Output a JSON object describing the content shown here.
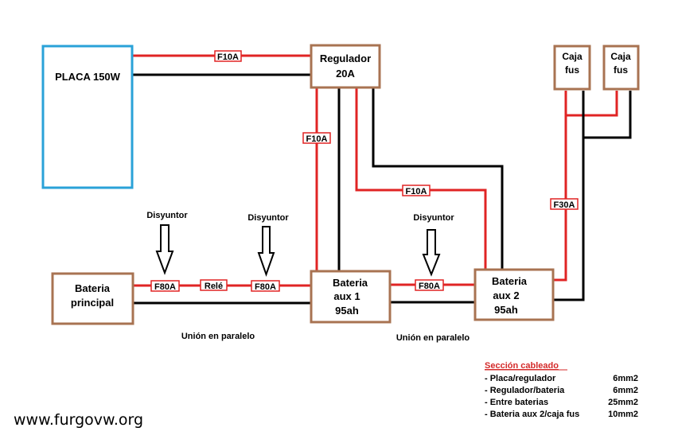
{
  "colors": {
    "positive": "#e02424",
    "negative": "#000000",
    "box_border": "#a87352",
    "panel_border": "#2aa2d8"
  },
  "panel": {
    "label": "PLACA 150W"
  },
  "regulator": {
    "line1": "Regulador",
    "line2": "20A"
  },
  "fuse_box_1": {
    "line1": "Caja",
    "line2": "fus"
  },
  "fuse_box_2": {
    "line1": "Caja",
    "line2": "fus"
  },
  "battery_main": {
    "line1": "Bateria",
    "line2": "principal"
  },
  "battery_aux1": {
    "line1": "Bateria",
    "line2": "aux 1",
    "line3": "95ah"
  },
  "battery_aux2": {
    "line1": "Bateria",
    "line2": "aux 2",
    "line3": "95ah"
  },
  "fuses": {
    "panel_regulator": "F10A",
    "regulator_aux1": "F10A",
    "regulator_aux2": "F10A",
    "aux2_fusebox": "F30A",
    "main_relay": "F80A",
    "relay": "Relé",
    "relay_aux1": "F80A",
    "aux1_aux2": "F80A"
  },
  "breakers": {
    "b1": "Disyuntor",
    "b2": "Disyuntor",
    "b3": "Disyuntor"
  },
  "parallel_labels": {
    "left": "Unión en paralelo",
    "right": "Unión en paralelo"
  },
  "legend": {
    "title": "Sección cableado",
    "rows": [
      {
        "label": "- Placa/regulador",
        "value": "6mm2"
      },
      {
        "label": "- Regulador/bateria",
        "value": "6mm2"
      },
      {
        "label": "- Entre baterias",
        "value": "25mm2"
      },
      {
        "label": "- Bateria aux 2/caja fus",
        "value": "10mm2"
      }
    ]
  },
  "watermark": "www.furgovw.org"
}
